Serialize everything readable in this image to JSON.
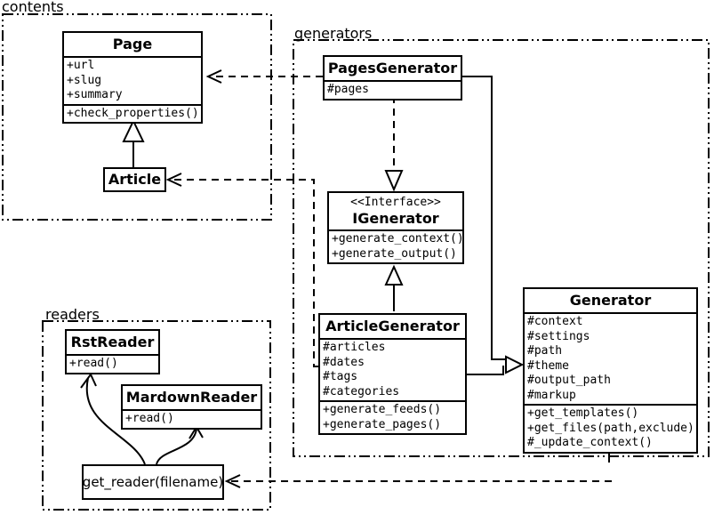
{
  "colors": {
    "stroke": "#000000",
    "background": "#ffffff"
  },
  "packages": {
    "contents": {
      "label": "contents"
    },
    "generators": {
      "label": "generators"
    },
    "readers": {
      "label": "readers"
    }
  },
  "classes": {
    "page": {
      "title": "Page",
      "attributes": [
        "+url",
        "+slug",
        "+summary"
      ],
      "methods": [
        "+check_properties()"
      ]
    },
    "article": {
      "title": "Article"
    },
    "pages_generator": {
      "title": "PagesGenerator",
      "attributes": [
        "#pages"
      ]
    },
    "igenerator": {
      "stereotype": "<<Interface>>",
      "title": "IGenerator",
      "methods": [
        "+generate_context()",
        "+generate_output()"
      ]
    },
    "article_generator": {
      "title": "ArticleGenerator",
      "attributes": [
        "#articles",
        "#dates",
        "#tags",
        "#categories"
      ],
      "methods": [
        "+generate_feeds()",
        "+generate_pages()"
      ]
    },
    "generator": {
      "title": "Generator",
      "attributes": [
        "#context",
        "#settings",
        "#path",
        "#theme",
        "#output_path",
        "#markup"
      ],
      "methods": [
        "+get_templates()",
        "+get_files(path,exclude)",
        "#_update_context()"
      ]
    },
    "rst_reader": {
      "title": "RstReader",
      "methods": [
        "+read()"
      ]
    },
    "mardown_reader": {
      "title": "MardownReader",
      "methods": [
        "+read()"
      ]
    },
    "get_reader": {
      "label": "get_reader(filename)"
    }
  }
}
